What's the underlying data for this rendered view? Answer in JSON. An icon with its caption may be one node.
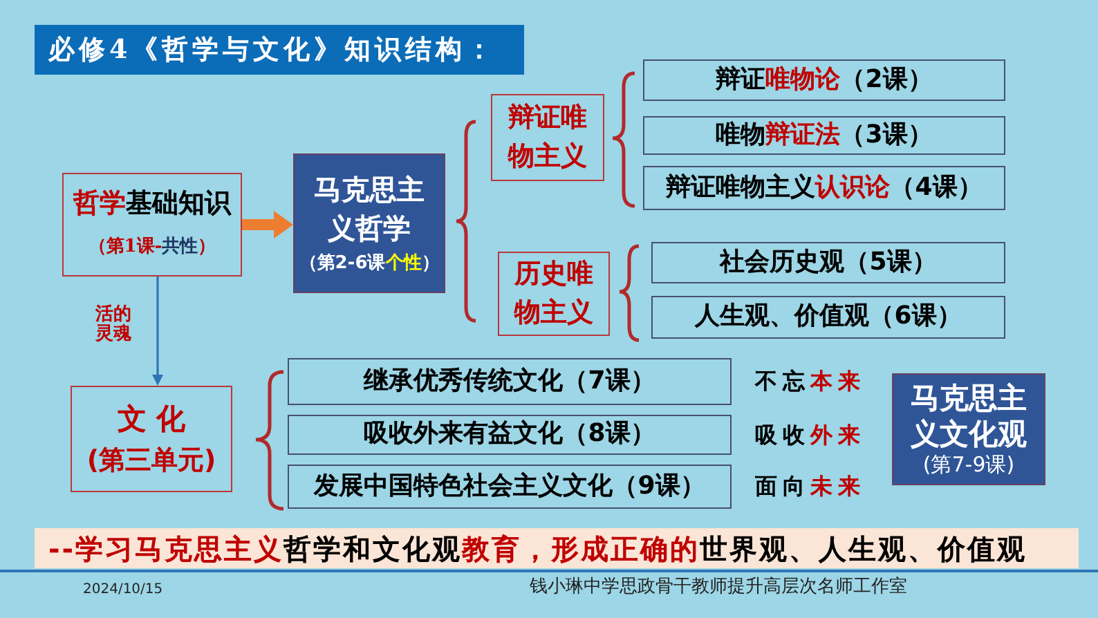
{
  "diagram": {
    "title": "必修4《哲学与文化》知识结构：",
    "nodes": [
      {
        "text": [
          "**哲学**基础知识",
          "（第1课-**共性**）"
        ]
      },
      {
        "text": [
          "马克思主义哲学",
          "（第2-6课**个性**）"
        ]
      },
      {
        "text": [
          "辩证唯物主义"
        ]
      },
      {
        "text": [
          "历史唯物主义"
        ]
      },
      {
        "text": [
          "辩证**唯物论**（2课）"
        ]
      },
      {
        "text": [
          "唯物**辩证法**（3课）"
        ]
      },
      {
        "text": [
          "辩证唯物主义**认识论**（4课）"
        ]
      },
      {
        "text": [
          "社会历史观（5课）"
        ]
      },
      {
        "text": [
          "人生观、价值观（6课）"
        ]
      },
      {
        "text": [
          "文 化",
          "(第三单元)"
        ]
      },
      {
        "text": [
          "继承优秀传统文化（7课）"
        ],
        "beside": [
          "不忘**本来**"
        ]
      },
      {
        "text": [
          "吸收外来有益文化（8课）"
        ],
        "beside": [
          "吸收**外来**"
        ]
      },
      {
        "text": [
          "发展中国特色社会主义文化（9课）"
        ],
        "beside": [
          "面向**未来**"
        ]
      },
      {
        "text": [
          "马克思主义文化观",
          "(第7-9课)"
        ]
      },
      {
        "text": [
          "**--学习马克思主义**哲学和文化观**教育，形成正确的**世界观、人生观、价值观"
        ]
      }
    ],
    "edges": [
      {
        "from": 0,
        "to": 1,
        "arrow": "to",
        "style": "thick",
        "color": "#ed7d31"
      },
      {
        "from": 0,
        "to": 9,
        "arrow": "to",
        "label": "活的灵魂",
        "color": "#2e75b6"
      }
    ],
    "labels": [
      "2024/10/15",
      "钱小琳中学思政骨干教师提升高层次名师工作室"
    ]
  }
}
